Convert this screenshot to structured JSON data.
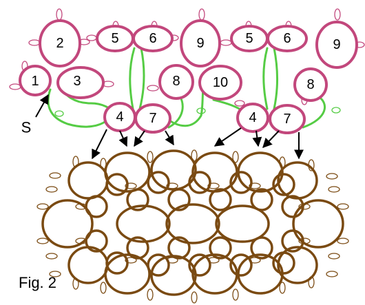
{
  "figure": {
    "caption": "Fig. 2",
    "start_label": "S",
    "colors": {
      "ring": "#c2477c",
      "chain": "#55cc44",
      "pattern": "#7a4a12",
      "arrow": "#000000"
    },
    "rings": [
      {
        "label": "2"
      },
      {
        "label": "1"
      },
      {
        "label": "3"
      },
      {
        "label": "5"
      },
      {
        "label": "6"
      },
      {
        "label": "9"
      },
      {
        "label": "8"
      },
      {
        "label": "10"
      },
      {
        "label": "4"
      },
      {
        "label": "7"
      },
      {
        "label": "5"
      },
      {
        "label": "6"
      },
      {
        "label": "9"
      },
      {
        "label": "8"
      },
      {
        "label": "4"
      },
      {
        "label": "7"
      }
    ]
  }
}
